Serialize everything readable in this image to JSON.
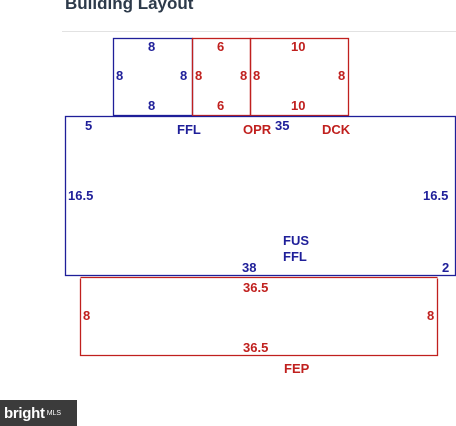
{
  "title": "Building Layout",
  "colors": {
    "blue": "#1f1f99",
    "red": "#c0201e",
    "title": "#2d3a4a"
  },
  "labels": {
    "top_left_top": "8",
    "top_left_left": "8",
    "top_left_right": "8",
    "top_left_bottom": "8",
    "top_mid_top": "6",
    "top_mid_left": "8",
    "top_mid_right": "8",
    "top_mid_bottom": "6",
    "top_right_top": "10",
    "top_right_left": "8",
    "top_right_right": "8",
    "top_right_bottom": "10",
    "main_top_left": "5",
    "main_top_mid": "35",
    "main_left": "16.5",
    "main_right": "16.5",
    "main_bottom": "38",
    "main_bottom_right": "2",
    "ffl_top": "FFL",
    "opr": "OPR",
    "dck": "DCK",
    "fus": "FUS",
    "ffl_main": "FFL",
    "fep_top": "36.5",
    "fep_left": "8",
    "fep_right": "8",
    "fep_bottom": "36.5",
    "fep": "FEP"
  },
  "watermark": {
    "main": "bright",
    "sub": "MLS"
  }
}
